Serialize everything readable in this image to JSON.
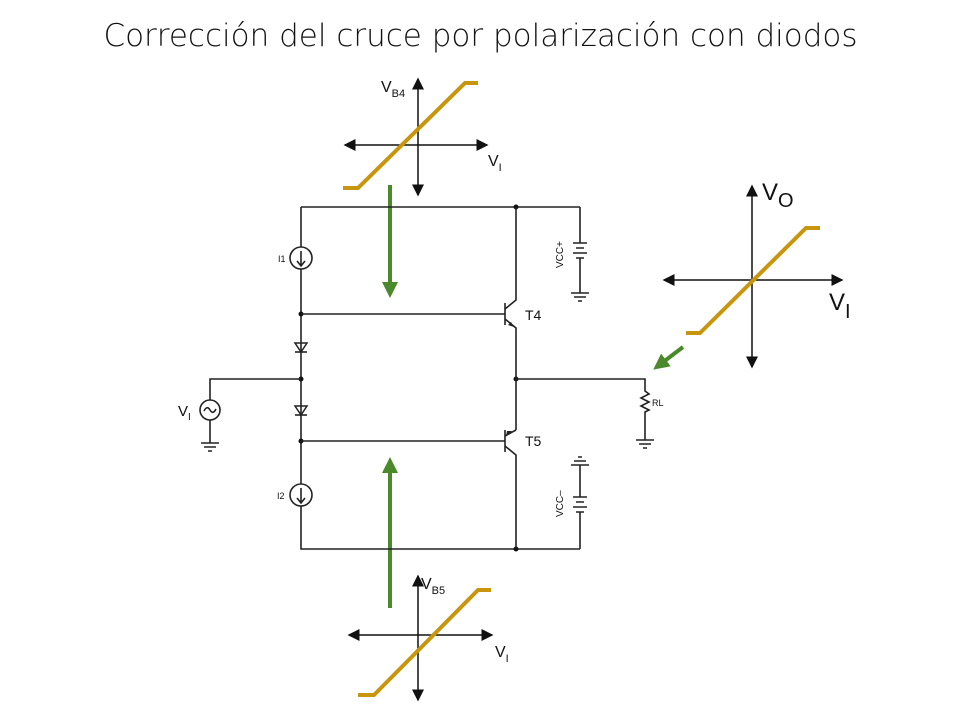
{
  "title": "Corrección del cruce por polarización con diodos",
  "graphs": {
    "top": {
      "y_label": "V",
      "y_sub": "B4",
      "x_label": "V",
      "x_sub": "I"
    },
    "right": {
      "y_label": "V",
      "y_sub": "O",
      "x_label": "V",
      "x_sub": "I"
    },
    "bottom": {
      "y_label": "V",
      "y_sub": "B5",
      "x_label": "V",
      "x_sub": "I"
    }
  },
  "circuit": {
    "i1": "I1",
    "i2": "I2",
    "t4": "T4",
    "t5": "T5",
    "vcc_pos": "VCC+",
    "vcc_neg": "VCC–",
    "rl": "RL",
    "vi": "V",
    "vi_sub": "I"
  },
  "colors": {
    "curve": "#c8960c",
    "arrow": "#4a8a2a"
  }
}
